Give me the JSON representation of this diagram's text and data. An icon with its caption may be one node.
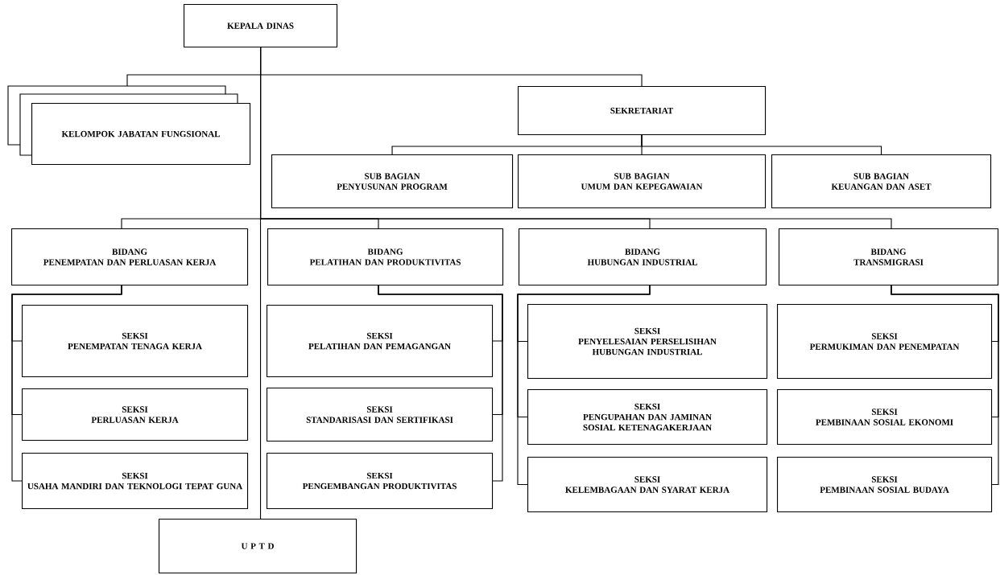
{
  "diagram": {
    "nodes": [
      {
        "text": [
          "KEPALA DINAS"
        ]
      },
      {
        "text": [
          "KELOMPOK JABATAN FUNGSIONAL"
        ]
      },
      {
        "text": [
          "SEKRETARIAT"
        ]
      },
      {
        "text": [
          "SUB BAGIAN",
          "PENYUSUNAN PROGRAM"
        ]
      },
      {
        "text": [
          "SUB BAGIAN",
          "UMUM DAN KEPEGAWAIAN"
        ]
      },
      {
        "text": [
          "SUB BAGIAN",
          "KEUANGAN DAN ASET"
        ]
      },
      {
        "text": [
          "BIDANG",
          "PENEMPATAN DAN PERLUASAN KERJA"
        ]
      },
      {
        "text": [
          "BIDANG",
          "PELATIHAN DAN PRODUKTIVITAS"
        ]
      },
      {
        "text": [
          "BIDANG",
          "HUBUNGAN INDUSTRIAL"
        ]
      },
      {
        "text": [
          "BIDANG",
          "TRANSMIGRASI"
        ]
      },
      {
        "text": [
          "SEKSI",
          "PENEMPATAN TENAGA KERJA"
        ]
      },
      {
        "text": [
          "SEKSI",
          "PERLUASAN KERJA"
        ]
      },
      {
        "text": [
          "SEKSI",
          "USAHA MANDIRI DAN TEKNOLOGI TEPAT GUNA"
        ]
      },
      {
        "text": [
          "SEKSI",
          "PELATIHAN DAN PEMAGANGAN"
        ]
      },
      {
        "text": [
          "SEKSI",
          "STANDARISASI DAN SERTIFIKASI"
        ]
      },
      {
        "text": [
          "SEKSI",
          "PENGEMBANGAN PRODUKTIVITAS"
        ]
      },
      {
        "text": [
          "SEKSI",
          "PENYELESAIAN PERSELISIHAN HUBUNGAN INDUSTRIAL"
        ]
      },
      {
        "text": [
          "SEKSI",
          "PENGUPAHAN DAN JAMINAN SOSIAL KETENAGAKERJAAN"
        ]
      },
      {
        "text": [
          "SEKSI",
          "KELEMBAGAAN DAN SYARAT KERJA"
        ]
      },
      {
        "text": [
          "SEKSI",
          "PERMUKIMAN DAN PENEMPATAN"
        ]
      },
      {
        "text": [
          "SEKSI",
          "PEMBINAAN SOSIAL EKONOMI"
        ]
      },
      {
        "text": [
          "SEKSI",
          "PEMBINAAN SOSIAL BUDAYA"
        ]
      },
      {
        "text": [
          "U P T D"
        ]
      }
    ],
    "edges": [
      {
        "from": 0,
        "to": 1,
        "arrow": "none"
      },
      {
        "from": 0,
        "to": 2,
        "arrow": "none"
      },
      {
        "from": 2,
        "to": 3,
        "arrow": "none"
      },
      {
        "from": 2,
        "to": 4,
        "arrow": "none"
      },
      {
        "from": 2,
        "to": 5,
        "arrow": "none"
      },
      {
        "from": 0,
        "to": 6,
        "arrow": "none"
      },
      {
        "from": 0,
        "to": 7,
        "arrow": "none"
      },
      {
        "from": 0,
        "to": 8,
        "arrow": "none"
      },
      {
        "from": 0,
        "to": 9,
        "arrow": "none"
      },
      {
        "from": 6,
        "to": 10,
        "arrow": "none"
      },
      {
        "from": 6,
        "to": 11,
        "arrow": "none"
      },
      {
        "from": 6,
        "to": 12,
        "arrow": "none"
      },
      {
        "from": 7,
        "to": 13,
        "arrow": "none"
      },
      {
        "from": 7,
        "to": 14,
        "arrow": "none"
      },
      {
        "from": 7,
        "to": 15,
        "arrow": "none"
      },
      {
        "from": 8,
        "to": 16,
        "arrow": "none"
      },
      {
        "from": 8,
        "to": 17,
        "arrow": "none"
      },
      {
        "from": 8,
        "to": 18,
        "arrow": "none"
      },
      {
        "from": 9,
        "to": 19,
        "arrow": "none"
      },
      {
        "from": 9,
        "to": 20,
        "arrow": "none"
      },
      {
        "from": 9,
        "to": 21,
        "arrow": "none"
      },
      {
        "from": 0,
        "to": 22,
        "arrow": "none"
      }
    ]
  }
}
